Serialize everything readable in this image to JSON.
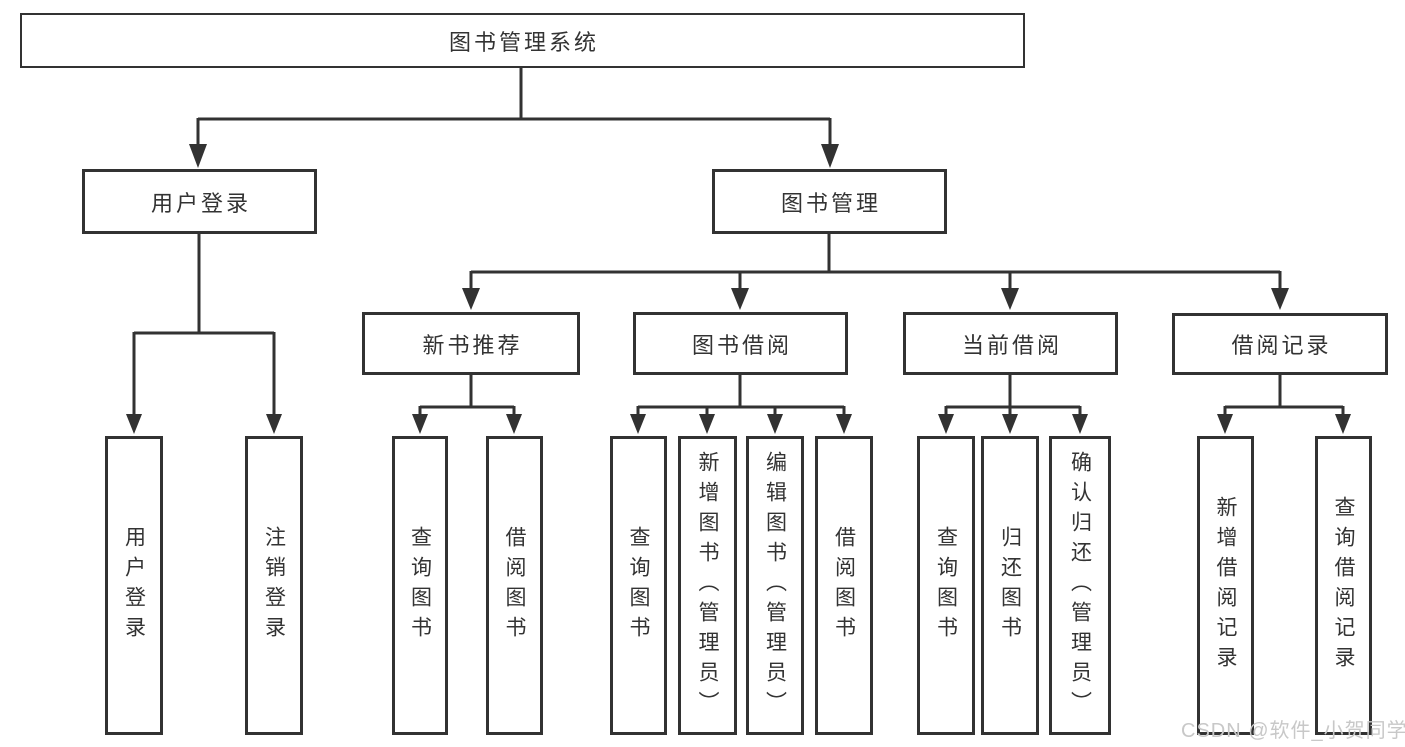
{
  "tree": {
    "root": {
      "label": "图书管理系统"
    },
    "branches": [
      {
        "label": "用户登录",
        "children": [
          {
            "label": "用户登录"
          },
          {
            "label": "注销登录"
          }
        ]
      },
      {
        "label": "图书管理",
        "children": [
          {
            "label": "新书推荐",
            "children": [
              {
                "label": "查询图书"
              },
              {
                "label": "借阅图书"
              }
            ]
          },
          {
            "label": "图书借阅",
            "children": [
              {
                "label": "查询图书"
              },
              {
                "label": "新增图书（管理员）"
              },
              {
                "label": "编辑图书（管理员）"
              },
              {
                "label": "借阅图书"
              }
            ]
          },
          {
            "label": "当前借阅",
            "children": [
              {
                "label": "查询图书"
              },
              {
                "label": "归还图书"
              },
              {
                "label": "确认归还（管理员）"
              }
            ]
          },
          {
            "label": "借阅记录",
            "children": [
              {
                "label": "新增借阅记录"
              },
              {
                "label": "查询借阅记录"
              }
            ]
          }
        ]
      }
    ]
  },
  "watermark": {
    "text": "CSDN @软件_小贺同学"
  },
  "colors": {
    "line": "#323232",
    "text": "#333333",
    "background": "#ffffff",
    "watermark": "#c8c8c8"
  }
}
